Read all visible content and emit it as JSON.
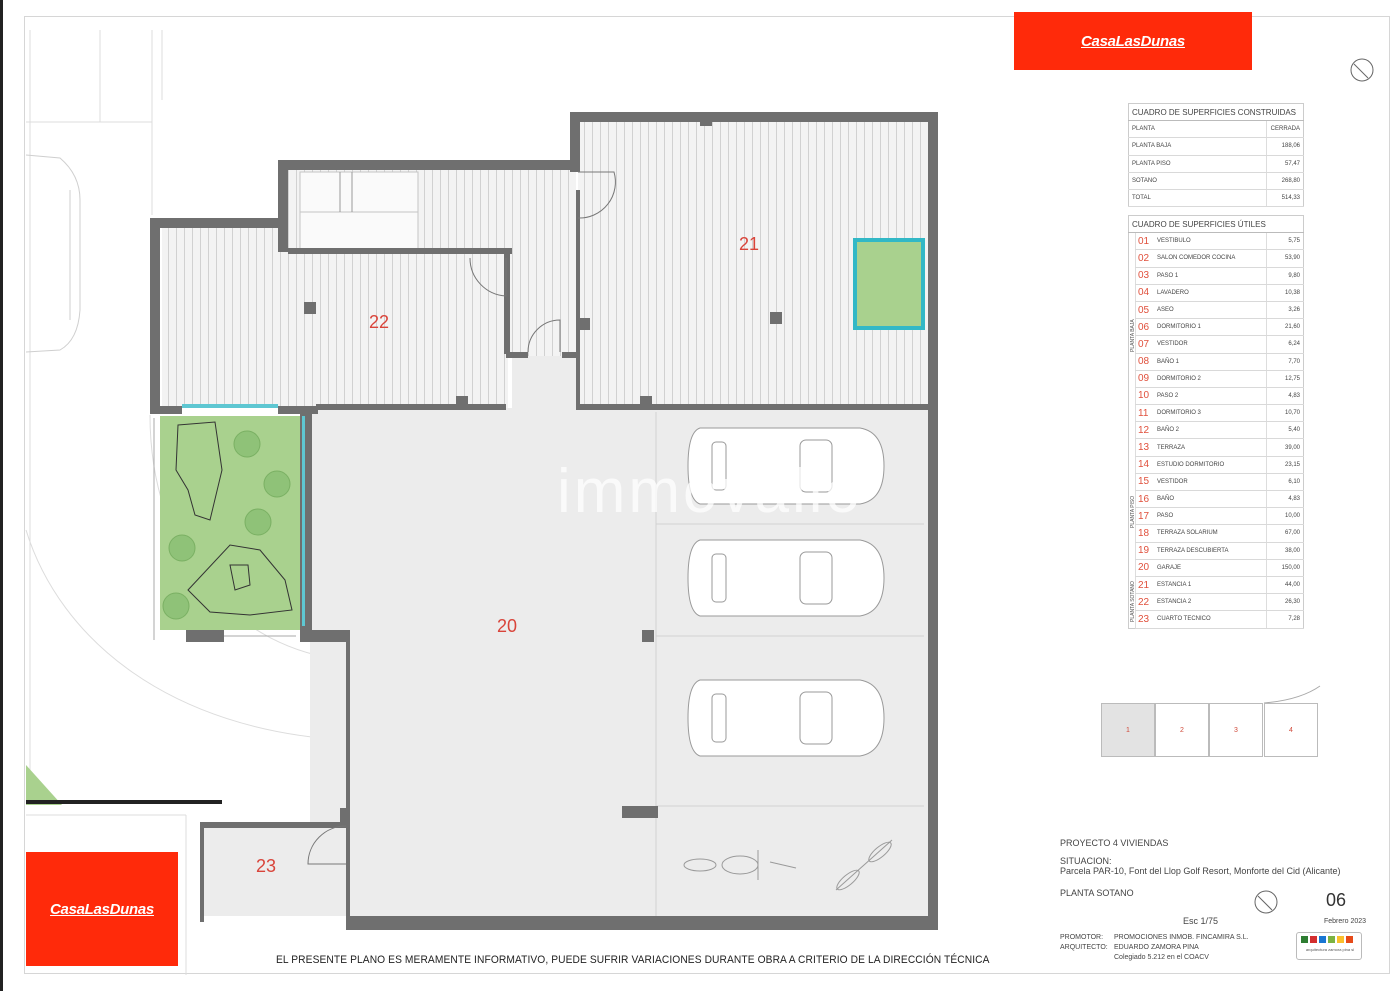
{
  "brand": {
    "logo_text": "CasaLasDunas",
    "color": "#ff2a0a"
  },
  "watermark": "immovalio",
  "rooms": [
    {
      "id": "20",
      "label": "20"
    },
    {
      "id": "21",
      "label": "21"
    },
    {
      "id": "22",
      "label": "22"
    },
    {
      "id": "23",
      "label": "23"
    }
  ],
  "built_table": {
    "title": "CUADRO DE SUPERFICIES CONSTRUIDAS",
    "head": {
      "plant": "PLANTA",
      "value": "CERRADA"
    },
    "rows": [
      {
        "plant": "PLANTA BAJA",
        "value": "188,06"
      },
      {
        "plant": "PLANTA PISO",
        "value": "57,47"
      },
      {
        "plant": "SOTANO",
        "value": "268,80"
      },
      {
        "plant": "TOTAL",
        "value": "514,33"
      }
    ]
  },
  "useful_table": {
    "title": "CUADRO DE SUPERFICIES ÚTILES",
    "rows": [
      {
        "num": "01",
        "name": "VESTIBULO",
        "value": "5,75"
      },
      {
        "num": "02",
        "name": "SALON COMEDOR COCINA",
        "value": "53,90"
      },
      {
        "num": "03",
        "name": "PASO 1",
        "value": "9,80"
      },
      {
        "num": "04",
        "name": "LAVADERO",
        "value": "10,38"
      },
      {
        "num": "05",
        "name": "ASEO",
        "value": "3,26"
      },
      {
        "num": "06",
        "name": "DORMITORIO 1",
        "value": "21,60"
      },
      {
        "num": "07",
        "name": "VESTIDOR",
        "value": "6,24"
      },
      {
        "num": "08",
        "name": "BAÑO 1",
        "value": "7,70"
      },
      {
        "num": "09",
        "name": "DORMITORIO 2",
        "value": "12,75"
      },
      {
        "num": "10",
        "name": "PASO 2",
        "value": "4,83"
      },
      {
        "num": "11",
        "name": "DORMITORIO 3",
        "value": "10,70"
      },
      {
        "num": "12",
        "name": "BAÑO 2",
        "value": "5,40"
      },
      {
        "num": "13",
        "name": "TERRAZA",
        "value": "39,00"
      },
      {
        "num": "14",
        "name": "ESTUDIO DORMITORIO",
        "value": "23,15"
      },
      {
        "num": "15",
        "name": "VESTIDOR",
        "value": "6,10"
      },
      {
        "num": "16",
        "name": "BAÑO",
        "value": "4,83"
      },
      {
        "num": "17",
        "name": "PASO",
        "value": "10,00"
      },
      {
        "num": "18",
        "name": "TERRAZA SOLARIUM",
        "value": "67,00"
      },
      {
        "num": "19",
        "name": "TERRAZA DESCUBIERTA",
        "value": "38,00"
      },
      {
        "num": "20",
        "name": "GARAJE",
        "value": "150,00"
      },
      {
        "num": "21",
        "name": "ESTANCIA 1",
        "value": "44,00"
      },
      {
        "num": "22",
        "name": "ESTANCIA 2",
        "value": "26,30"
      },
      {
        "num": "23",
        "name": "CUARTO TECNICO",
        "value": "7,28"
      }
    ],
    "group_labels": {
      "baja": "PLANTA BAJA",
      "piso": "PLANTA PISO",
      "sotano": "PLANTA SOTANO"
    }
  },
  "key_plan": [
    "1",
    "2",
    "3",
    "4"
  ],
  "title_block": {
    "project": "PROYECTO 4 VIVIENDAS",
    "situation_label": "SITUACION:",
    "situation": "Parcela PAR-10, Font del Llop Golf Resort, Monforte del Cid (Alicante)",
    "plan_name": "PLANTA SOTANO",
    "scale": "Esc 1/75",
    "sheet": "06",
    "date": "Febrero 2023",
    "promoter_label": "PROMOTOR:",
    "promoter": "PROMOCIONES INMOB. FINCAMIRA S.L.",
    "architect_label": "ARQUITECTO:",
    "architect": "EDUARDO ZAMORA PINA",
    "college": "Colegiado 5.212 en el COACV",
    "studio_logo": "arquitectura zamora pina sl"
  },
  "disclaimer": "EL PRESENTE PLANO ES MERAMENTE INFORMATIVO, PUEDE SUFRIR VARIACIONES DURANTE OBRA A CRITERIO DE LA DIRECCIÓN TÉCNICA"
}
